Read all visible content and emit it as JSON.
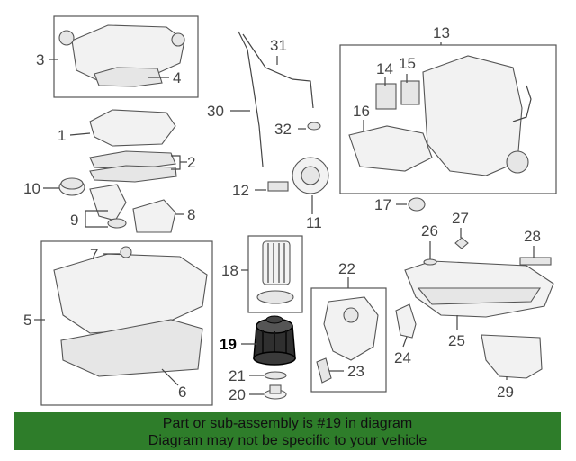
{
  "callouts": [
    "1",
    "2",
    "3",
    "4",
    "5",
    "6",
    "7",
    "8",
    "9",
    "10",
    "11",
    "12",
    "13",
    "14",
    "15",
    "16",
    "17",
    "19",
    "20",
    "21",
    "22",
    "23",
    "24",
    "25",
    "26",
    "27",
    "28",
    "29",
    "30",
    "31",
    "32",
    "18"
  ],
  "highlight": "19",
  "banner": {
    "line1": "Part or sub-assembly is #19 in diagram",
    "line2": "Diagram may not be specific to your vehicle"
  },
  "colors": {
    "banner": "#2e7d2a",
    "line": "#444444"
  }
}
